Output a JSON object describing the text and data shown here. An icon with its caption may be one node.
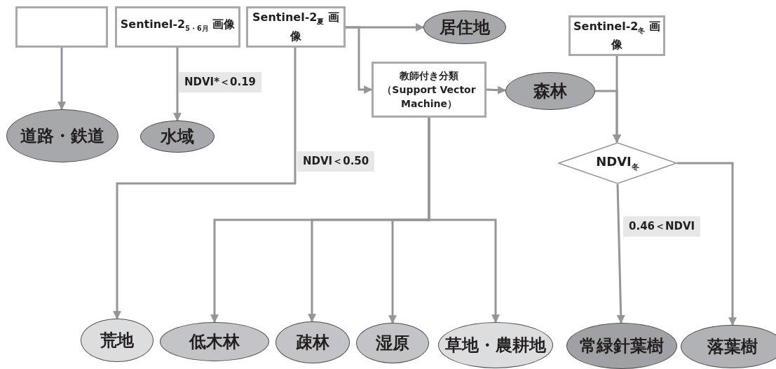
{
  "diagram": {
    "nodes": [
      {
        "text": [],
        "shape": "box"
      },
      {
        "text": [
          "Sentinel-2$_{5・6月}$ 画像"
        ]
      },
      {
        "text": [
          "Sentinel-2$_{夏}$ 画像"
        ]
      },
      {
        "text": [
          "居住地"
        ]
      },
      {
        "text": [
          "Sentinel-2$_{冬}$ 画像"
        ]
      },
      {
        "text": [
          "教師付き分類（Support Vector Machine）"
        ]
      },
      {
        "text": [
          "森林"
        ]
      },
      {
        "text": [
          "道路・鉄道"
        ]
      },
      {
        "text": [
          "水域"
        ]
      },
      {
        "text": [
          "NDVI$_{冬}$"
        ]
      },
      {
        "text": [
          "荒地"
        ]
      },
      {
        "text": [
          "低木林"
        ]
      },
      {
        "text": [
          "疎林"
        ]
      },
      {
        "text": [
          "湿原"
        ]
      },
      {
        "text": [
          "草地・農耕地"
        ]
      },
      {
        "text": [
          "常緑針葉樹"
        ]
      },
      {
        "text": [
          "落葉樹"
        ]
      }
    ],
    "edges": [
      {
        "from": 0,
        "to": 7,
        "arrow": "to"
      },
      {
        "from": 1,
        "to": 8,
        "arrow": "to",
        "label": "NDVI*＜0.19"
      },
      {
        "from": 2,
        "to": 3,
        "arrow": "to"
      },
      {
        "from": 2,
        "to": 5,
        "arrow": "to"
      },
      {
        "from": 2,
        "to": 10,
        "arrow": "to",
        "label": "NDVI＜0.50"
      },
      {
        "from": 5,
        "to": 6,
        "arrow": "to"
      },
      {
        "from": 5,
        "to": 11,
        "arrow": "to"
      },
      {
        "from": 5,
        "to": 12,
        "arrow": "to"
      },
      {
        "from": 5,
        "to": 13,
        "arrow": "to"
      },
      {
        "from": 5,
        "to": 14,
        "arrow": "to"
      },
      {
        "from": 4,
        "to": 9,
        "arrow": "to"
      },
      {
        "from": 6,
        "to": 9,
        "arrow": "to"
      },
      {
        "from": 9,
        "to": 15,
        "arrow": "to",
        "label": "0.46＜NDVI"
      },
      {
        "from": 9,
        "to": 16,
        "arrow": "to"
      }
    ]
  }
}
